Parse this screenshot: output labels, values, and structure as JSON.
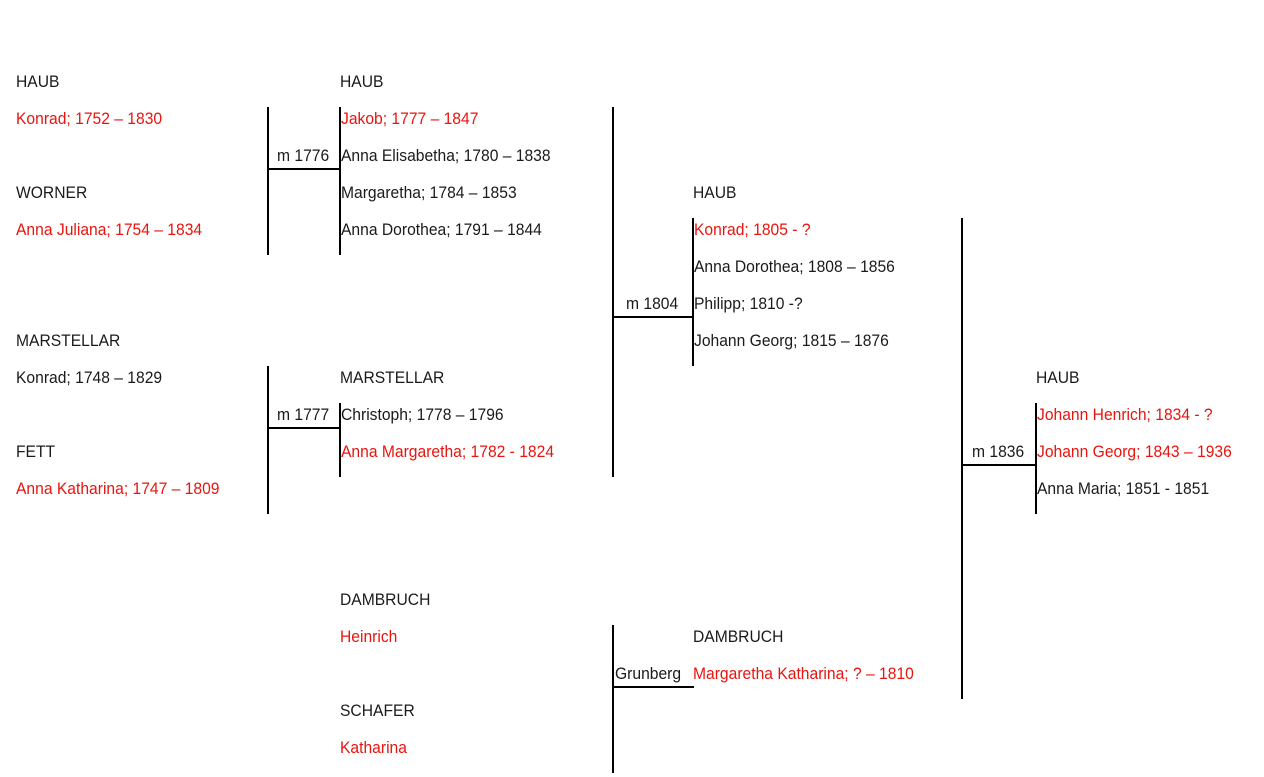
{
  "colors": {
    "highlight": "#e8140e",
    "text": "#1a1a1a",
    "line": "#000000"
  },
  "gen1": {
    "haub_surname": "HAUB",
    "konrad": "Konrad; 1752 – 1830",
    "worner_surname": "WORNER",
    "anna_juliana": "Anna Juliana; 1754 – 1834",
    "marstellar_surname": "MARSTELLAR",
    "konrad_m": "Konrad; 1748 – 1829",
    "fett_surname": "FETT",
    "anna_katharina": "Anna Katharina; 1747 – 1809"
  },
  "marriages": {
    "m1776": "m 1776",
    "m1777": "m 1777",
    "m1804": "m 1804",
    "m1836": "m 1836",
    "grunberg": "Grunberg"
  },
  "gen2": {
    "haub_surname": "HAUB",
    "children_haub": [
      "Jakob; 1777 – 1847",
      "Anna Elisabetha; 1780 – 1838",
      "Margaretha; 1784 – 1853",
      "Anna Dorothea; 1791 – 1844"
    ],
    "marstellar_surname": "MARSTELLAR",
    "children_marstellar": [
      "Christoph; 1778 – 1796",
      "Anna Margaretha; 1782 - 1824"
    ],
    "dambruch_surname": "DAMBRUCH",
    "heinrich": "Heinrich",
    "schafer_surname": "SCHAFER",
    "katharina": "Katharina"
  },
  "gen3": {
    "haub_surname": "HAUB",
    "children_haub": [
      "Konrad; 1805 - ?",
      "Anna Dorothea; 1808 – 1856",
      "Philipp; 1810 -?",
      "Johann Georg; 1815 – 1876"
    ],
    "dambruch_surname": "DAMBRUCH",
    "margaretha_katharina": "Margaretha Katharina; ? – 1810"
  },
  "gen4": {
    "haub_surname": "HAUB",
    "children_haub": [
      "Johann Henrich; 1834 - ?",
      "Johann Georg; 1843 – 1936",
      "Anna Maria; 1851 - 1851"
    ]
  }
}
